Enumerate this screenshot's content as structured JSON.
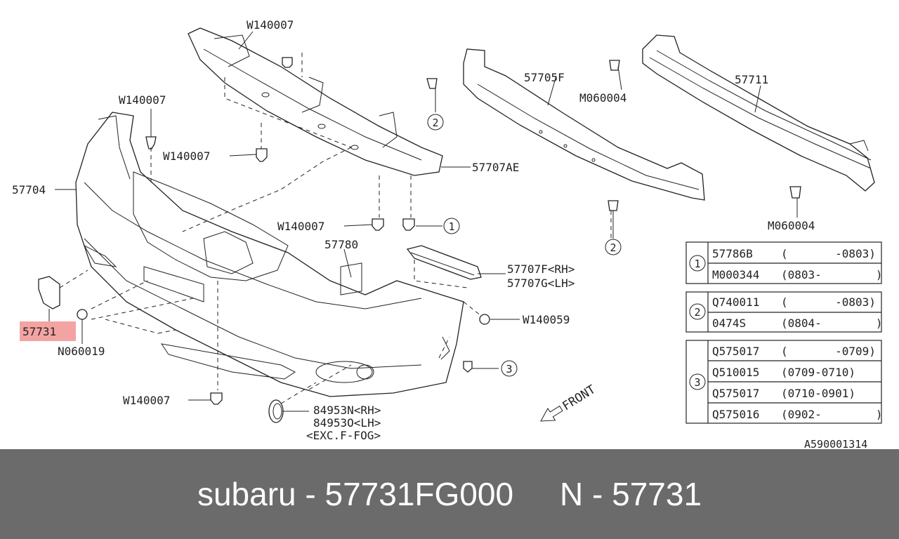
{
  "labels": {
    "w140007_top": "W140007",
    "w140007_left": "W140007",
    "w140007_mid": "W140007",
    "w140007_center": "W140007",
    "w140007_bottom": "W140007",
    "p57705f": "57705F",
    "m060004_top": "M060004",
    "p57711": "57711",
    "m060004_bottom": "M060004",
    "p57704": "57704",
    "p57707ae": "57707AE",
    "p57780": "57780",
    "p57707f": "57707F<RH>",
    "p57707g": "57707G<LH>",
    "w140059": "W140059",
    "p57731": "57731",
    "n060019": "N060019",
    "p84953n": "84953N<RH>",
    "p84953o": "84953O<LH>",
    "exc_fog": "<EXC.F-FOG>",
    "front": "FRONT",
    "ref_code": "A590001314",
    "circle1": "1",
    "circle2a": "2",
    "circle2b": "2",
    "circle3": "3"
  },
  "table": {
    "group1": {
      "marker": "1",
      "rows": [
        {
          "part": "57786B",
          "range": "(       -0803)"
        },
        {
          "part": "M000344",
          "range": "(0803-        )"
        }
      ]
    },
    "group2": {
      "marker": "2",
      "rows": [
        {
          "part": "Q740011",
          "range": "(       -0803)"
        },
        {
          "part": "0474S",
          "range": "(0804-        )"
        }
      ]
    },
    "group3": {
      "marker": "3",
      "rows": [
        {
          "part": "Q575017",
          "range": "(       -0709)"
        },
        {
          "part": "Q510015",
          "range": "(0709-0710)"
        },
        {
          "part": "Q575017",
          "range": "(0710-0901)"
        },
        {
          "part": "Q575016",
          "range": "(0902-        )"
        }
      ]
    }
  },
  "caption": {
    "brand_part": "subaru - 57731FG000",
    "alt_part": "N - 57731"
  },
  "highlight_color": "#f4a3a3",
  "caption_bg": "#6b6b6b"
}
